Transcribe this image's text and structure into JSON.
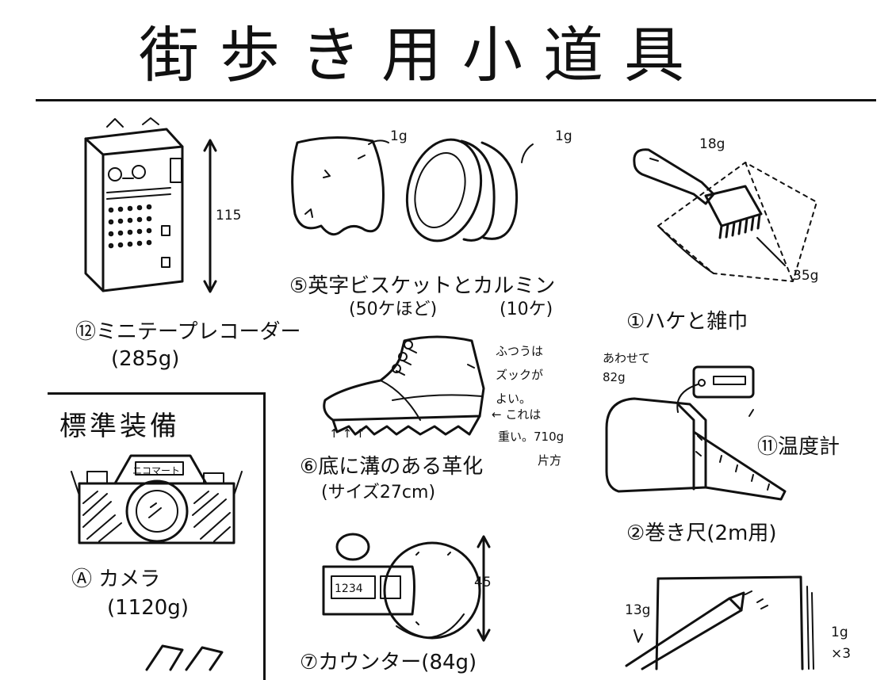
{
  "title": "街歩き用小道具",
  "items": {
    "recorder": {
      "label": "⑫ミニテープレコーダー",
      "weight": "(285g)",
      "dim": "115"
    },
    "biscuit": {
      "label": "⑤英字ビスケットとカルミン",
      "sub1": "(50ケほど)",
      "sub2": "(10ケ)",
      "w1": "1g",
      "w2": "1g"
    },
    "brush": {
      "label": "①ハケと雑巾",
      "w1": "18g",
      "w2": "35g"
    },
    "shoes": {
      "label": "⑥底に溝のある革化",
      "sub": "(サイズ27cm)",
      "note": [
        "ふつうは",
        "ズックが",
        "よい。"
      ],
      "note2": "← これは",
      "note3": "重い。710g",
      "note4": "片方",
      "arrows": "↑↑↑"
    },
    "thermo": {
      "label": "⑪温度計",
      "note": [
        "あわせて",
        "82g"
      ]
    },
    "tape": {
      "label": "②巻き尺(2m用)"
    },
    "standard": {
      "heading": "標準装備"
    },
    "camera": {
      "label": "Ⓐ カメラ",
      "weight": "(1120g)",
      "brand": "ニコマート"
    },
    "counter": {
      "label": "⑦カウンター(84g)",
      "digits": "1234",
      "dim": "45"
    },
    "pen": {
      "w1": "13g",
      "w2": "1g",
      "w3": "×3"
    }
  },
  "colors": {
    "ink": "#111111",
    "paper": "#ffffff"
  }
}
